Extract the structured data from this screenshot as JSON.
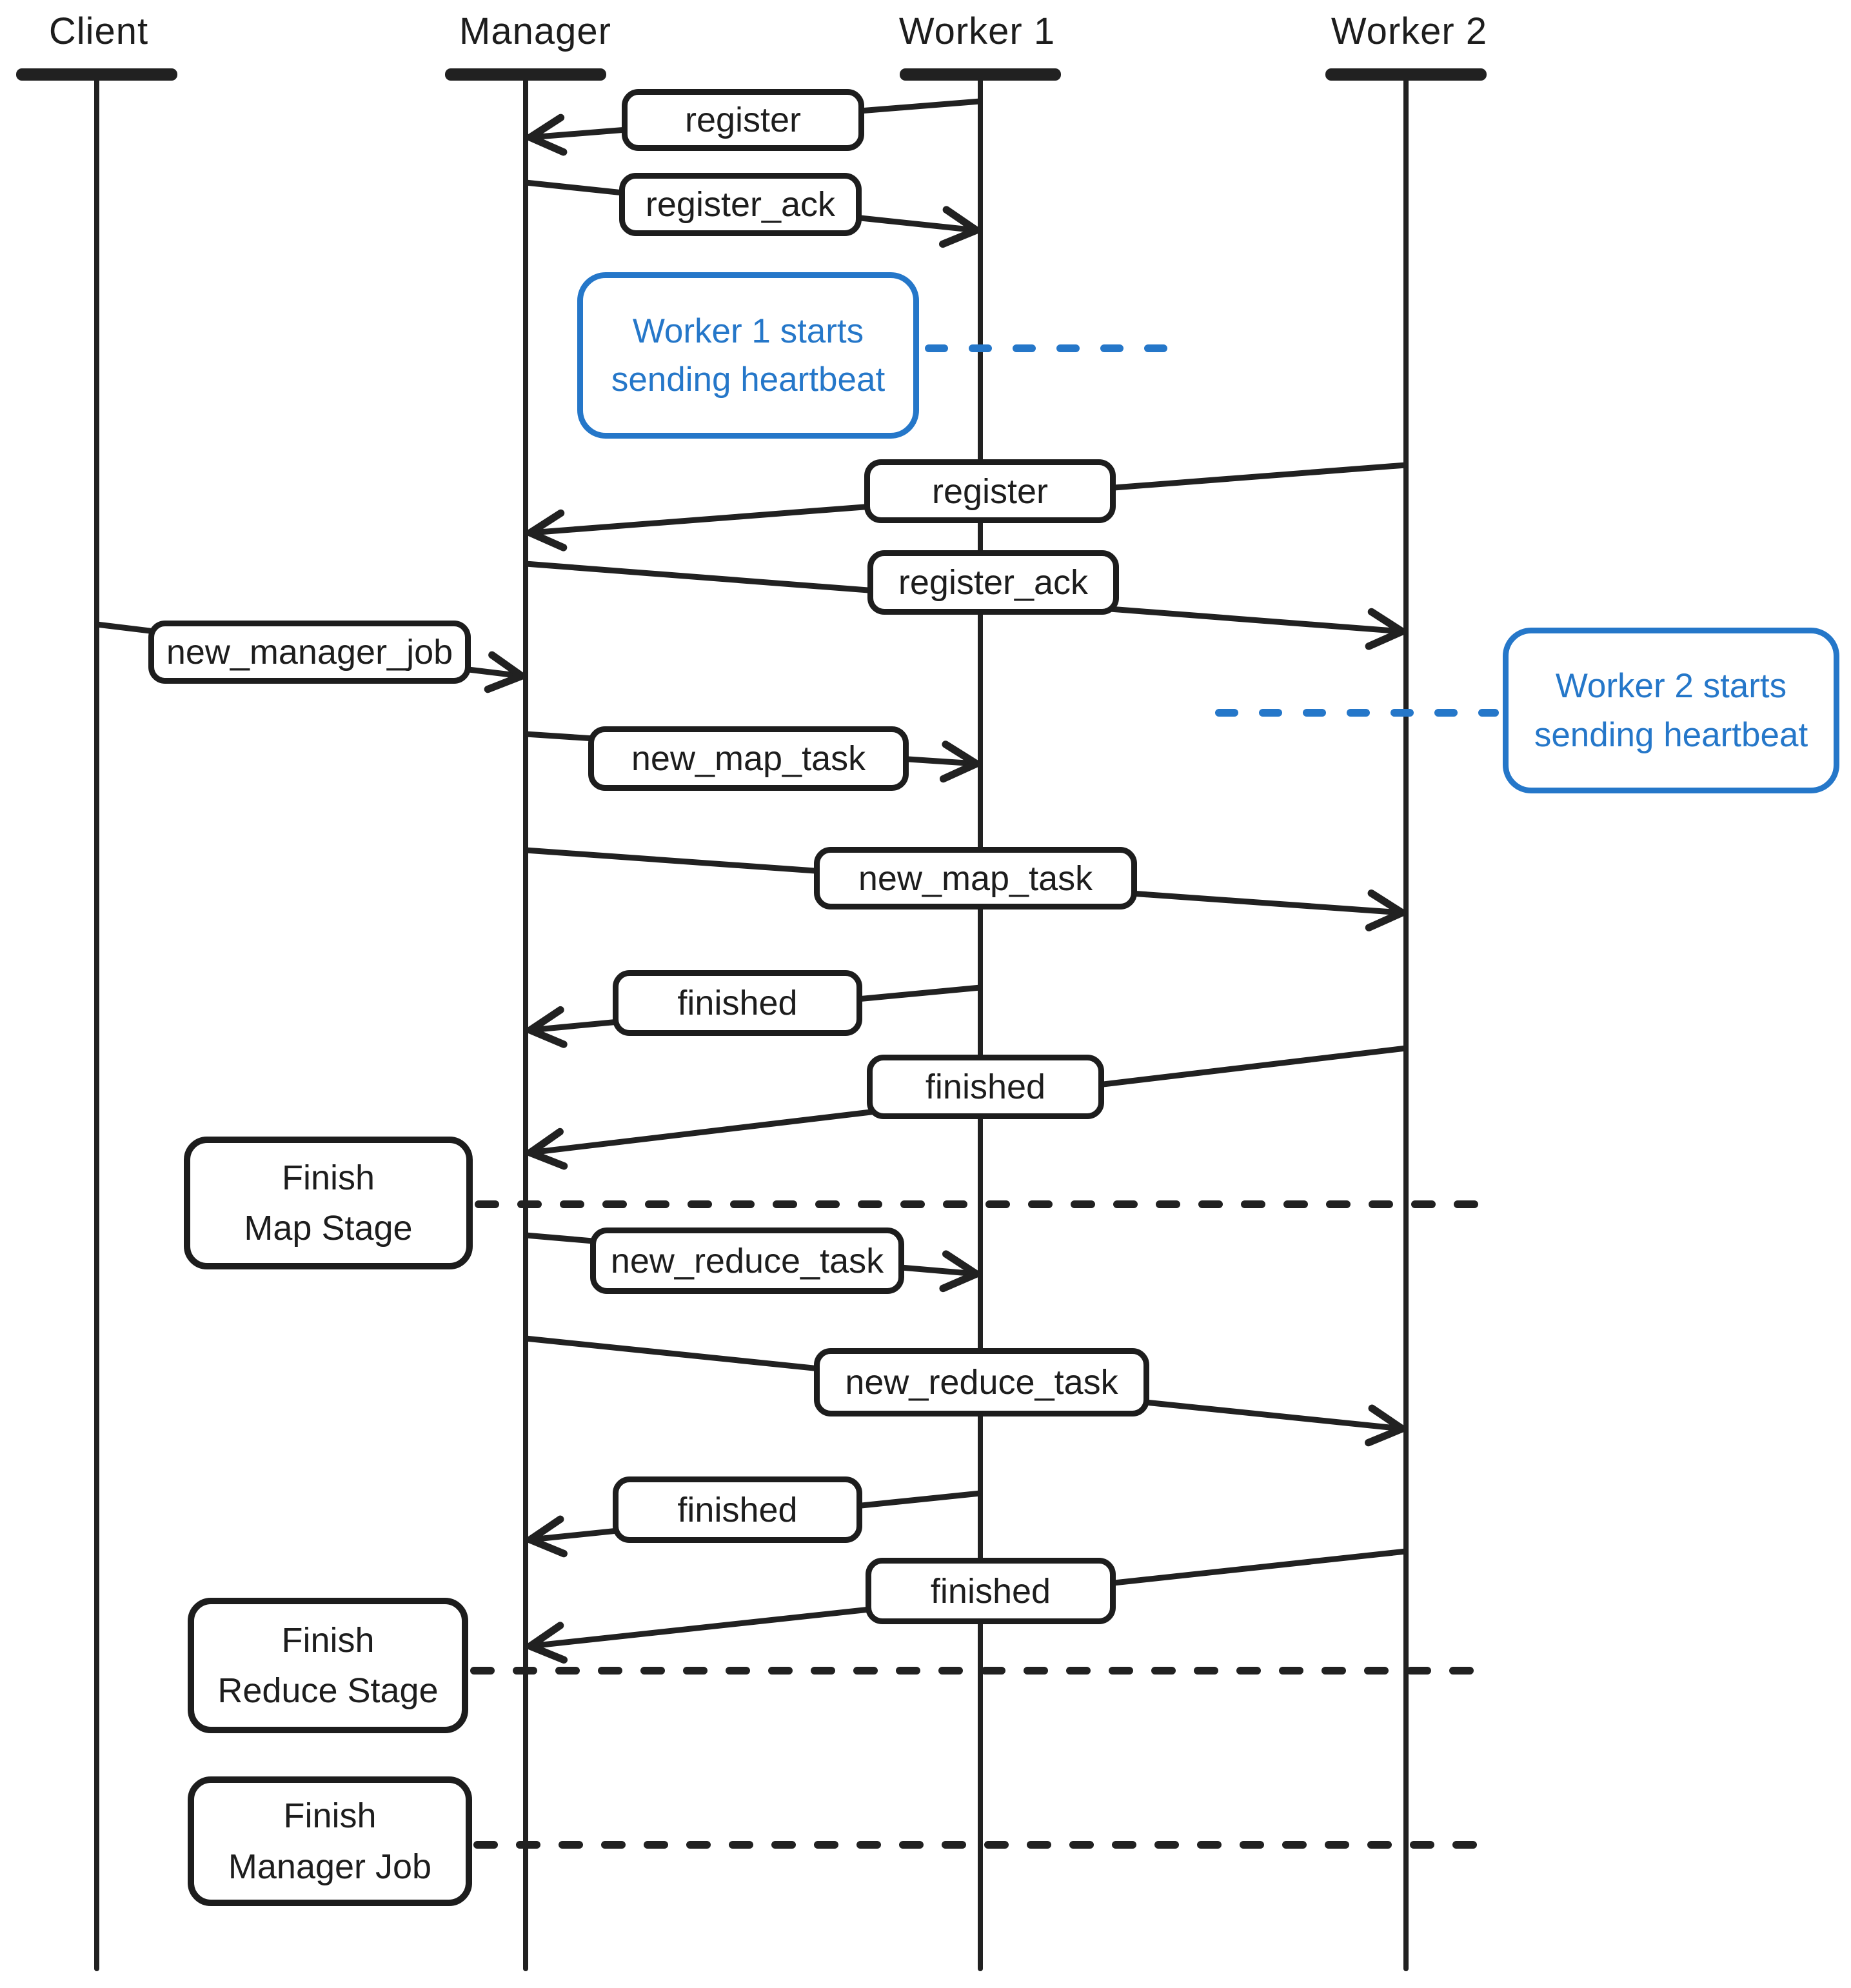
{
  "diagram": {
    "type": "sequence-diagram",
    "actors": [
      {
        "name": "Client"
      },
      {
        "name": "Manager"
      },
      {
        "name": "Worker 1"
      },
      {
        "name": "Worker 2"
      }
    ],
    "messages": [
      {
        "label": "register",
        "from": "Worker 1",
        "to": "Manager"
      },
      {
        "label": "register_ack",
        "from": "Manager",
        "to": "Worker 1"
      },
      {
        "label": "register",
        "from": "Worker 2",
        "to": "Manager"
      },
      {
        "label": "register_ack",
        "from": "Manager",
        "to": "Worker 2"
      },
      {
        "label": "new_manager_job",
        "from": "Client",
        "to": "Manager"
      },
      {
        "label": "new_map_task",
        "from": "Manager",
        "to": "Worker 1"
      },
      {
        "label": "new_map_task",
        "from": "Manager",
        "to": "Worker 2"
      },
      {
        "label": "finished",
        "from": "Worker 1",
        "to": "Manager"
      },
      {
        "label": "finished",
        "from": "Worker 2",
        "to": "Manager"
      },
      {
        "label": "new_reduce_task",
        "from": "Manager",
        "to": "Worker 1"
      },
      {
        "label": "new_reduce_task",
        "from": "Manager",
        "to": "Worker 2"
      },
      {
        "label": "finished",
        "from": "Worker 1",
        "to": "Manager"
      },
      {
        "label": "finished",
        "from": "Worker 2",
        "to": "Manager"
      }
    ],
    "notes": [
      {
        "line1": "Worker 1 starts",
        "line2": "sending heartbeat"
      },
      {
        "line1": "Worker 2 starts",
        "line2": "sending heartbeat"
      }
    ],
    "stages": [
      {
        "line1": "Finish",
        "line2": "Map Stage"
      },
      {
        "line1": "Finish",
        "line2": "Reduce Stage"
      },
      {
        "line1": "Finish",
        "line2": "Manager Job"
      }
    ],
    "colors": {
      "line": "#212121",
      "note_accent": "#2577c9",
      "background": "#ffffff"
    }
  }
}
